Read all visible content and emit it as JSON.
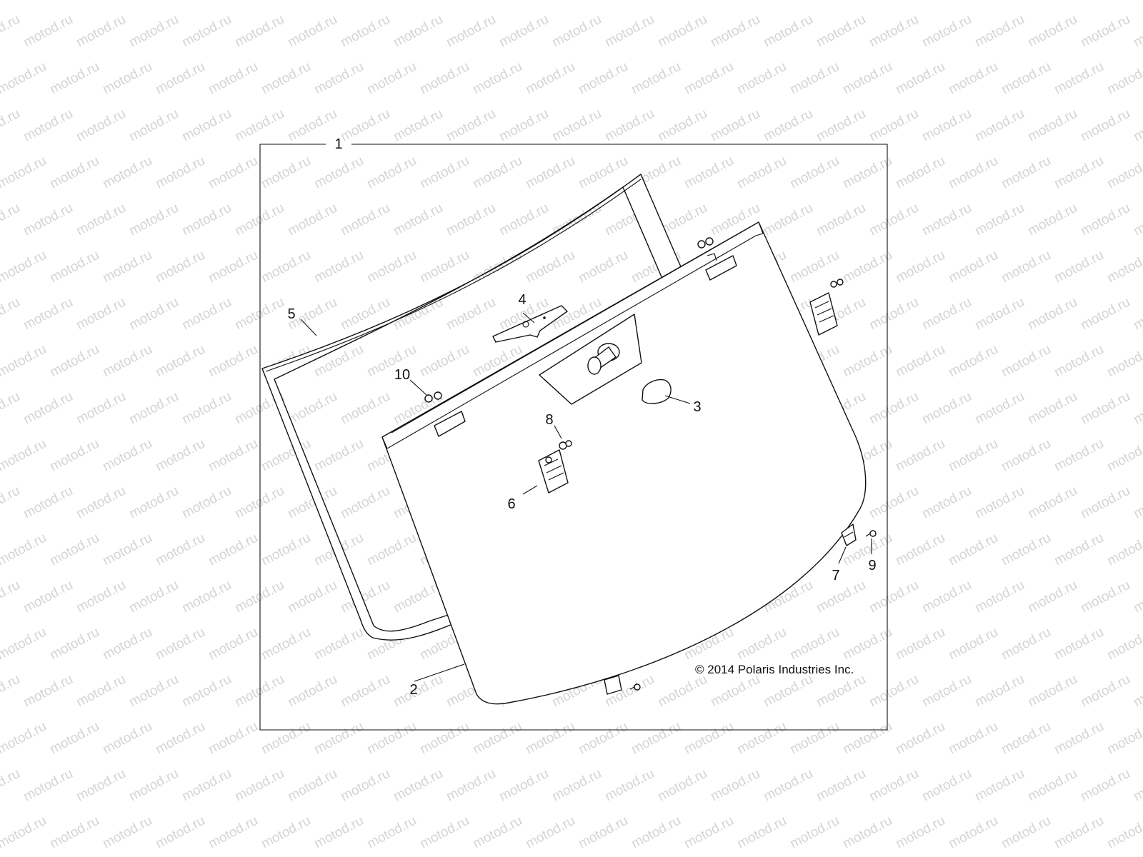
{
  "diagram": {
    "watermark_text": "motod.ru",
    "copyright": "© 2014 Polaris Industries Inc.",
    "callouts": {
      "c1": "1",
      "c2": "2",
      "c3": "3",
      "c4": "4",
      "c5": "5",
      "c6": "6",
      "c7": "7",
      "c8": "8",
      "c9": "9",
      "c10": "10"
    }
  }
}
